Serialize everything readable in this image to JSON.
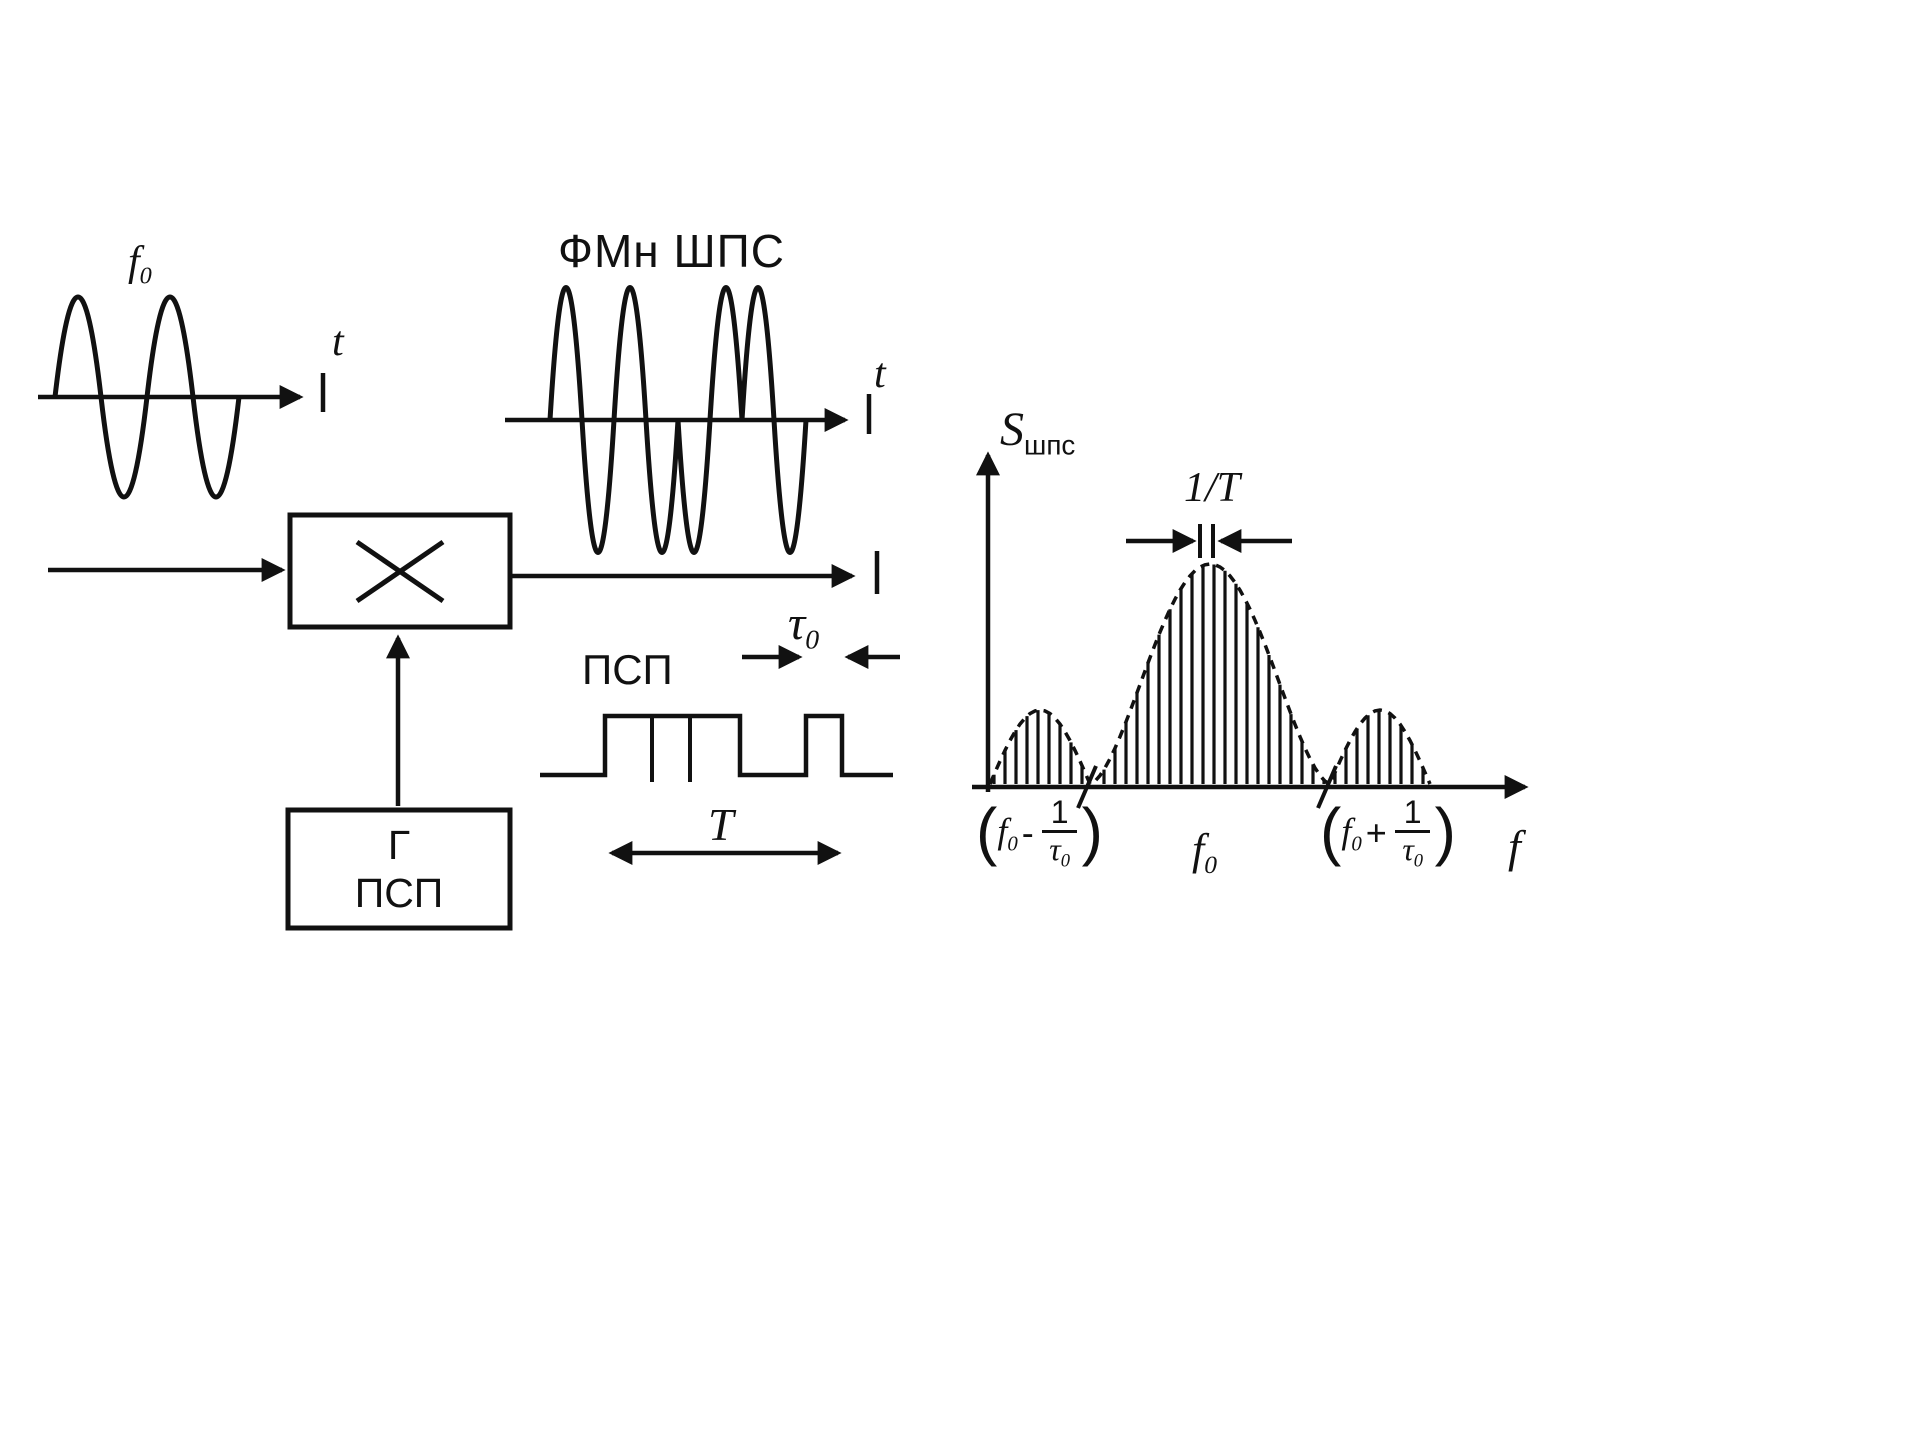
{
  "left_wave": {
    "freq_label": "f",
    "freq_sub": "0",
    "axis_label": "t"
  },
  "modulated_wave": {
    "title": "ФМн ШПС",
    "axis_label": "t"
  },
  "generator": {
    "line1": "Г",
    "line2": "ПСП"
  },
  "psp": {
    "label": "ПСП",
    "chip_main": "τ",
    "chip_sub": "0",
    "period_label": "T"
  },
  "spectrum": {
    "y_axis_main": "S",
    "y_axis_sub": "шпс",
    "x_axis_label": "f",
    "line_spacing_label": "1/T",
    "center_main": "f",
    "center_sub": "0",
    "null_left": {
      "open": "(",
      "base": "f",
      "base_sub": "0",
      "op": "-",
      "num": "1",
      "den": "τ",
      "den_sub": "0",
      "close": ")"
    },
    "null_right": {
      "open": "(",
      "base": "f",
      "base_sub": "0",
      "op": "+",
      "num": "1",
      "den": "τ",
      "den_sub": "0",
      "close": ")"
    }
  },
  "colors": {
    "ink": "#111111",
    "background": "#ffffff"
  }
}
